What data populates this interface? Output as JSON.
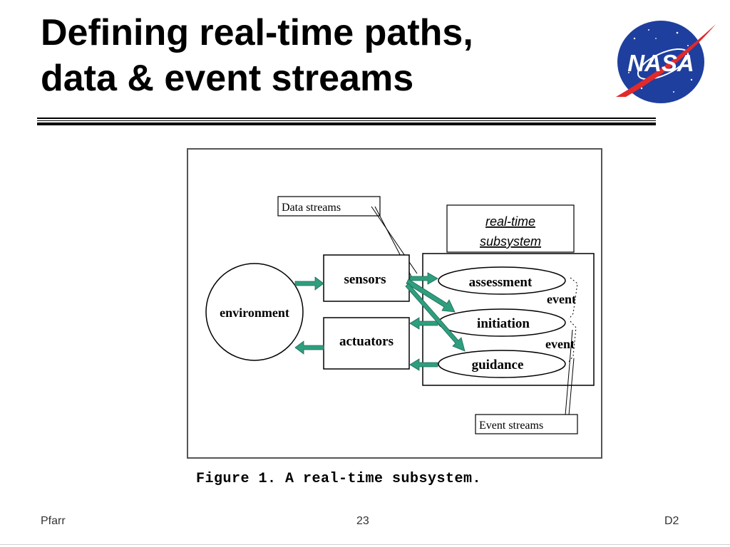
{
  "slide": {
    "title_line1": "Defining real-time paths,",
    "title_line2": "data & event streams",
    "logo_text": "NASA"
  },
  "diagram": {
    "data_streams_label": "Data streams",
    "subsystem_label_line1": "real-time",
    "subsystem_label_line2": "subsystem",
    "environment": "environment",
    "sensors": "sensors",
    "actuators": "actuators",
    "assessment": "assessment",
    "initiation": "initiation",
    "guidance": "guidance",
    "event_1": "event",
    "event_2": "event",
    "event_streams_label": "Event streams",
    "arrow_color": "#2e9e7e"
  },
  "caption": "Figure 1. A real-time subsystem.",
  "footer": {
    "author": "Pfarr",
    "page": "23",
    "code": "D2"
  }
}
